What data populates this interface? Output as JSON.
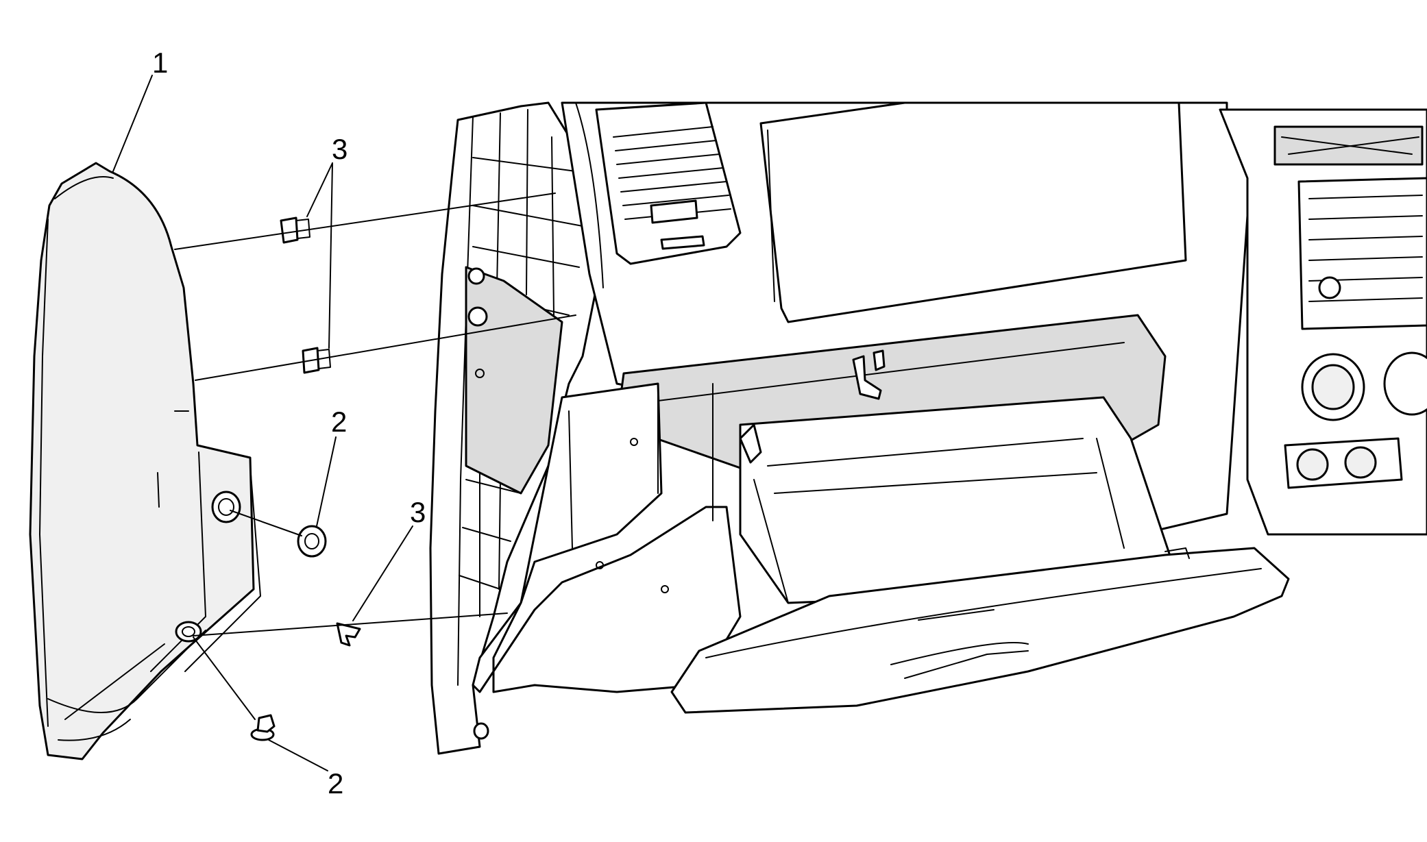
{
  "figure": {
    "callouts": {
      "c1": "1",
      "c2_upper": "2",
      "c2_lower": "2",
      "c3_upper": "3",
      "c3_lower": "3"
    }
  }
}
